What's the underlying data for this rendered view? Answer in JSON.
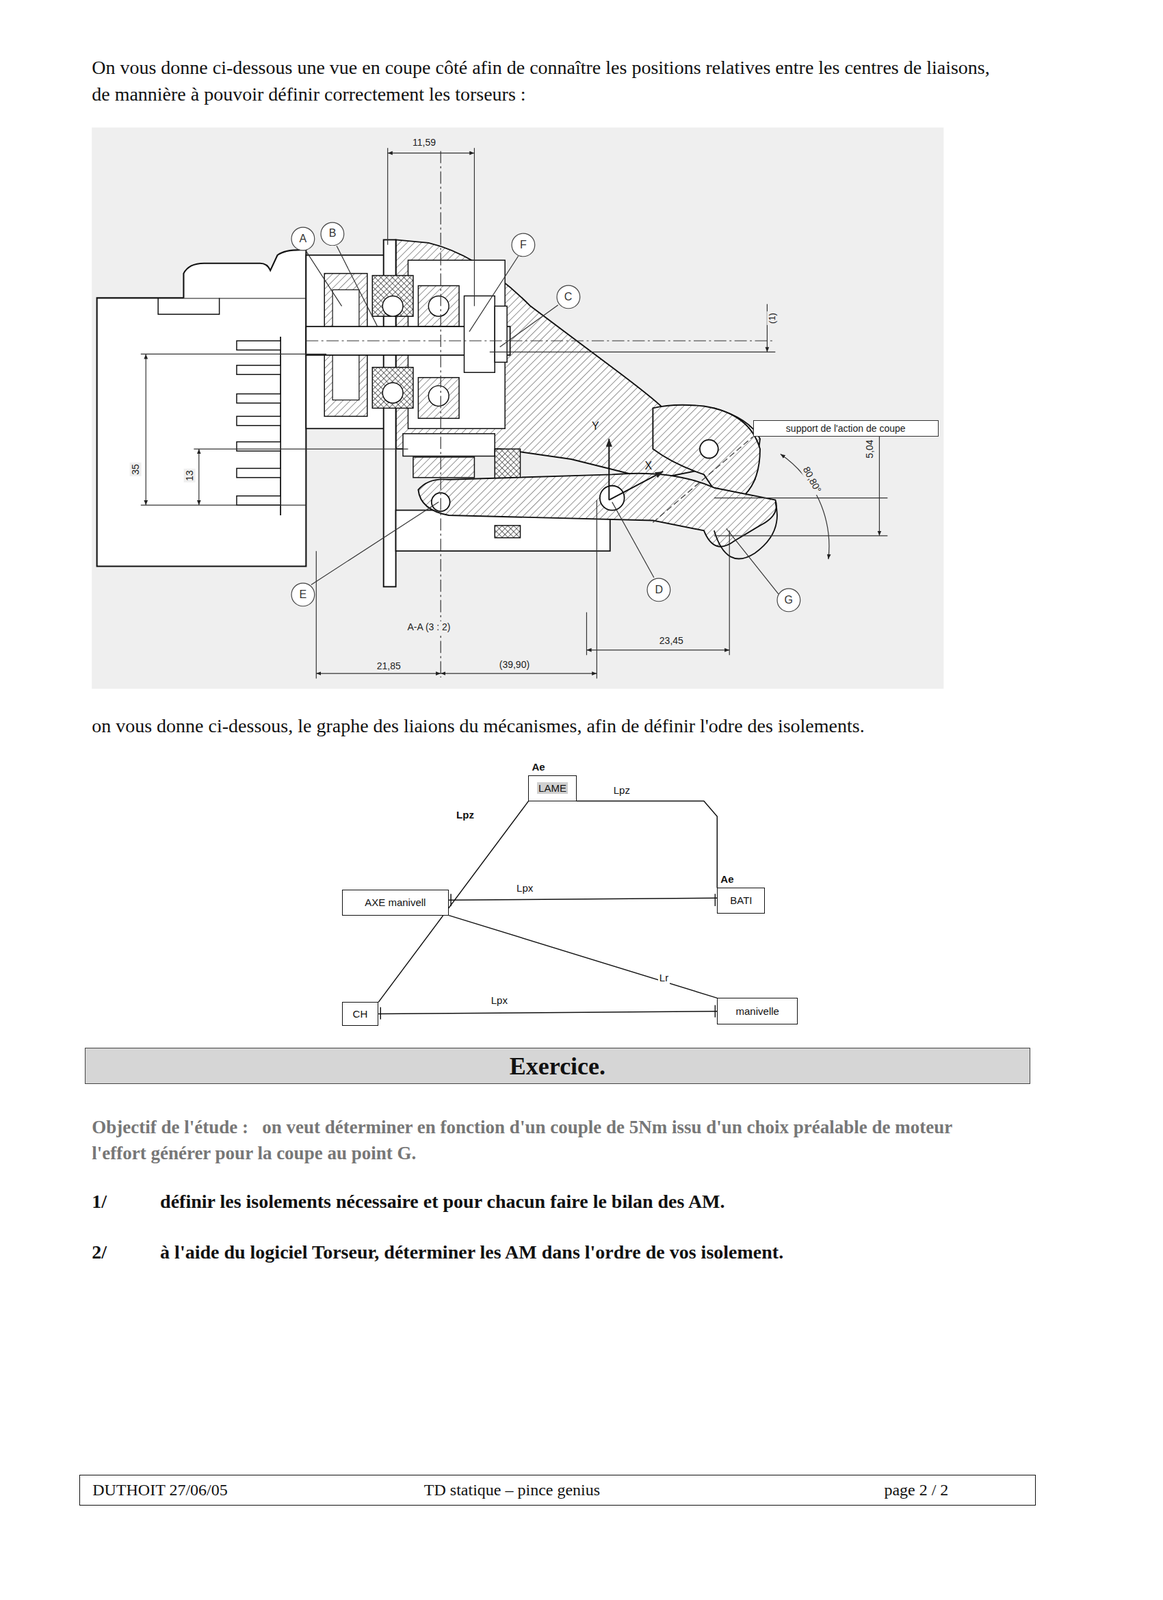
{
  "diagram": {
    "nodes": [
      {
        "text": [
          "A"
        ]
      },
      {
        "text": [
          "B"
        ]
      },
      {
        "text": [
          "F"
        ]
      },
      {
        "text": [
          "C"
        ]
      },
      {
        "text": [
          "support de l'action de coupe"
        ]
      },
      {
        "text": [
          "E"
        ]
      },
      {
        "text": [
          "D"
        ]
      },
      {
        "text": [
          "G"
        ]
      },
      {
        "text": [
          "Ae",
          "LAME"
        ]
      },
      {
        "text": [
          "AXE manivell"
        ]
      },
      {
        "text": [
          "Ae",
          "BATI"
        ]
      },
      {
        "text": [
          "CH"
        ]
      },
      {
        "text": [
          "manivelle"
        ]
      },
      {
        "text": [
          "Exercice."
        ]
      },
      {
        "text": [
          "DUTHOIT 27/06/05",
          "TD statique – pince genius",
          "page 2 / 2"
        ]
      }
    ],
    "edges": [
      {
        "from": 8,
        "to": 10,
        "arrow": "none",
        "label": "Lpz"
      },
      {
        "from": 8,
        "to": 11,
        "arrow": "none",
        "label": "Lpz"
      },
      {
        "from": 9,
        "to": 10,
        "arrow": "none",
        "label": "Lpx"
      },
      {
        "from": 9,
        "to": 12,
        "arrow": "none",
        "label": "Lr"
      },
      {
        "from": 11,
        "to": 12,
        "arrow": "none",
        "label": "Lpx"
      }
    ],
    "labels": [
      "On vous donne ci-dessous une vue en coupe côté afin de connaître les positions relatives entre les centres de liaisons, de mannière à pouvoir définir correctement les torseurs :",
      "11,59",
      "(1)",
      "Y",
      "X",
      "5,04",
      "80,80°",
      "35",
      "13",
      "A-A (3 : 2)",
      "23,45",
      "21,85",
      "(39,90)",
      "on vous donne ci-dessous, le graphe des liaions du mécanismes, afin de définir l'odre des isolements.",
      "Objectif de l'étude :",
      "on veut déterminer en fonction d'un couple de 5Nm issu d'un choix préalable de moteur l'effort générer pour la coupe au point G.",
      "1/",
      "définir les isolements nécessaire et pour chacun faire le bilan des AM.",
      "2/",
      "à l'aide du logiciel Torseur, déterminer les AM dans l'ordre de vos isolement."
    ]
  }
}
